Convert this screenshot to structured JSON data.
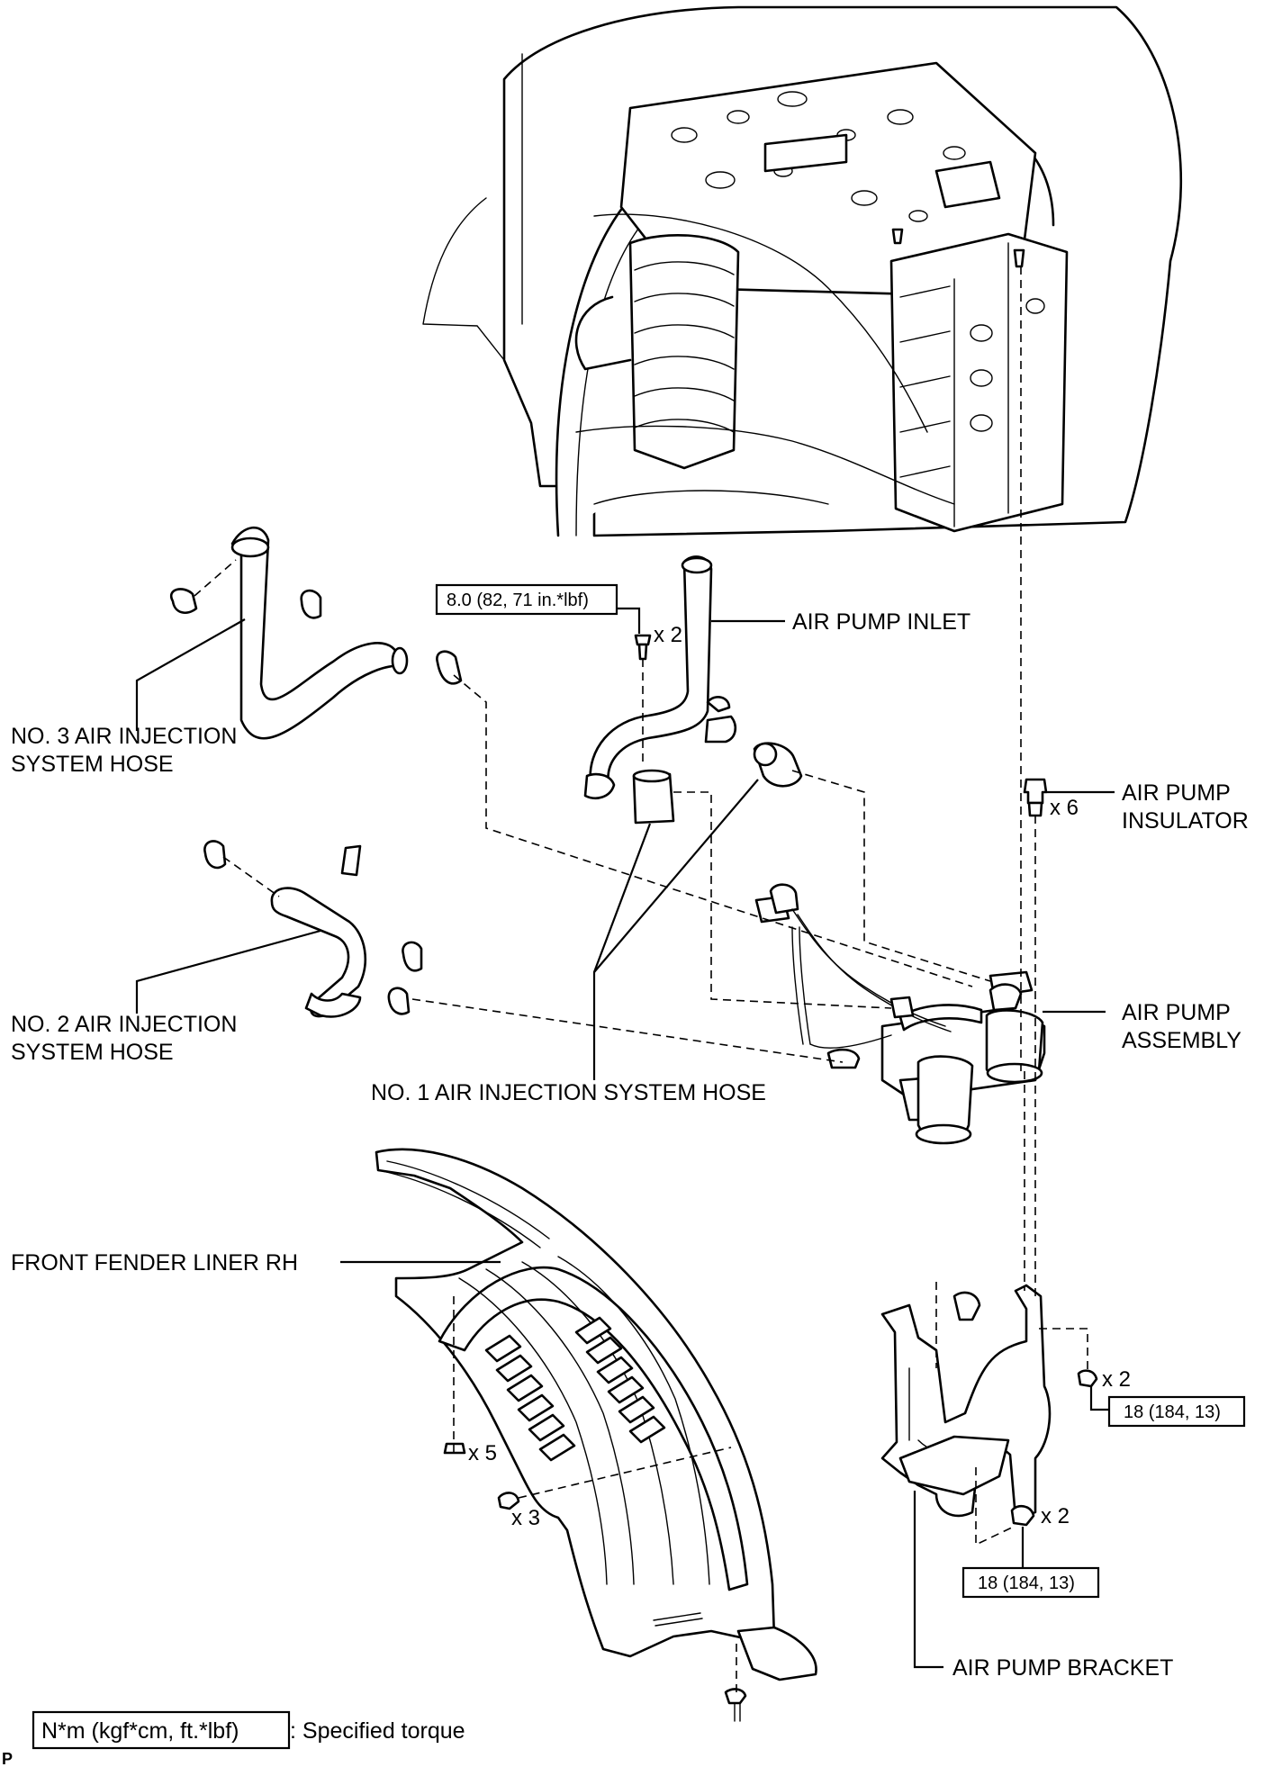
{
  "labels": {
    "air_pump_inlet": "AIR PUMP INLET",
    "no3_hose_line1": "NO. 3 AIR INJECTION",
    "no3_hose_line2": "SYSTEM HOSE",
    "air_pump_insulator_line1": "AIR PUMP",
    "air_pump_insulator_line2": "INSULATOR",
    "no2_hose_line1": "NO. 2 AIR INJECTION",
    "no2_hose_line2": "SYSTEM HOSE",
    "air_pump_assembly_line1": "AIR PUMP",
    "air_pump_assembly_line2": "ASSEMBLY",
    "no1_hose": "NO. 1 AIR INJECTION SYSTEM HOSE",
    "front_fender_liner": "FRONT FENDER LINER RH",
    "air_pump_bracket": "AIR PUMP BRACKET"
  },
  "torques": {
    "inlet_bolt": "8.0 (82, 71 in.*lbf)",
    "bracket_nut": "18 (184, 13)",
    "bracket_bolt": "18 (184, 13)"
  },
  "quantities": {
    "inlet_bolt": "x 2",
    "insulator": "x 6",
    "bracket_nut": "x 2",
    "bracket_bolt": "x 2",
    "liner_clip": "x 5",
    "liner_screw": "x 3"
  },
  "legend": {
    "unit": "N*m (kgf*cm, ft.*lbf)",
    "text": ": Specified torque"
  },
  "corner_mark": "P"
}
